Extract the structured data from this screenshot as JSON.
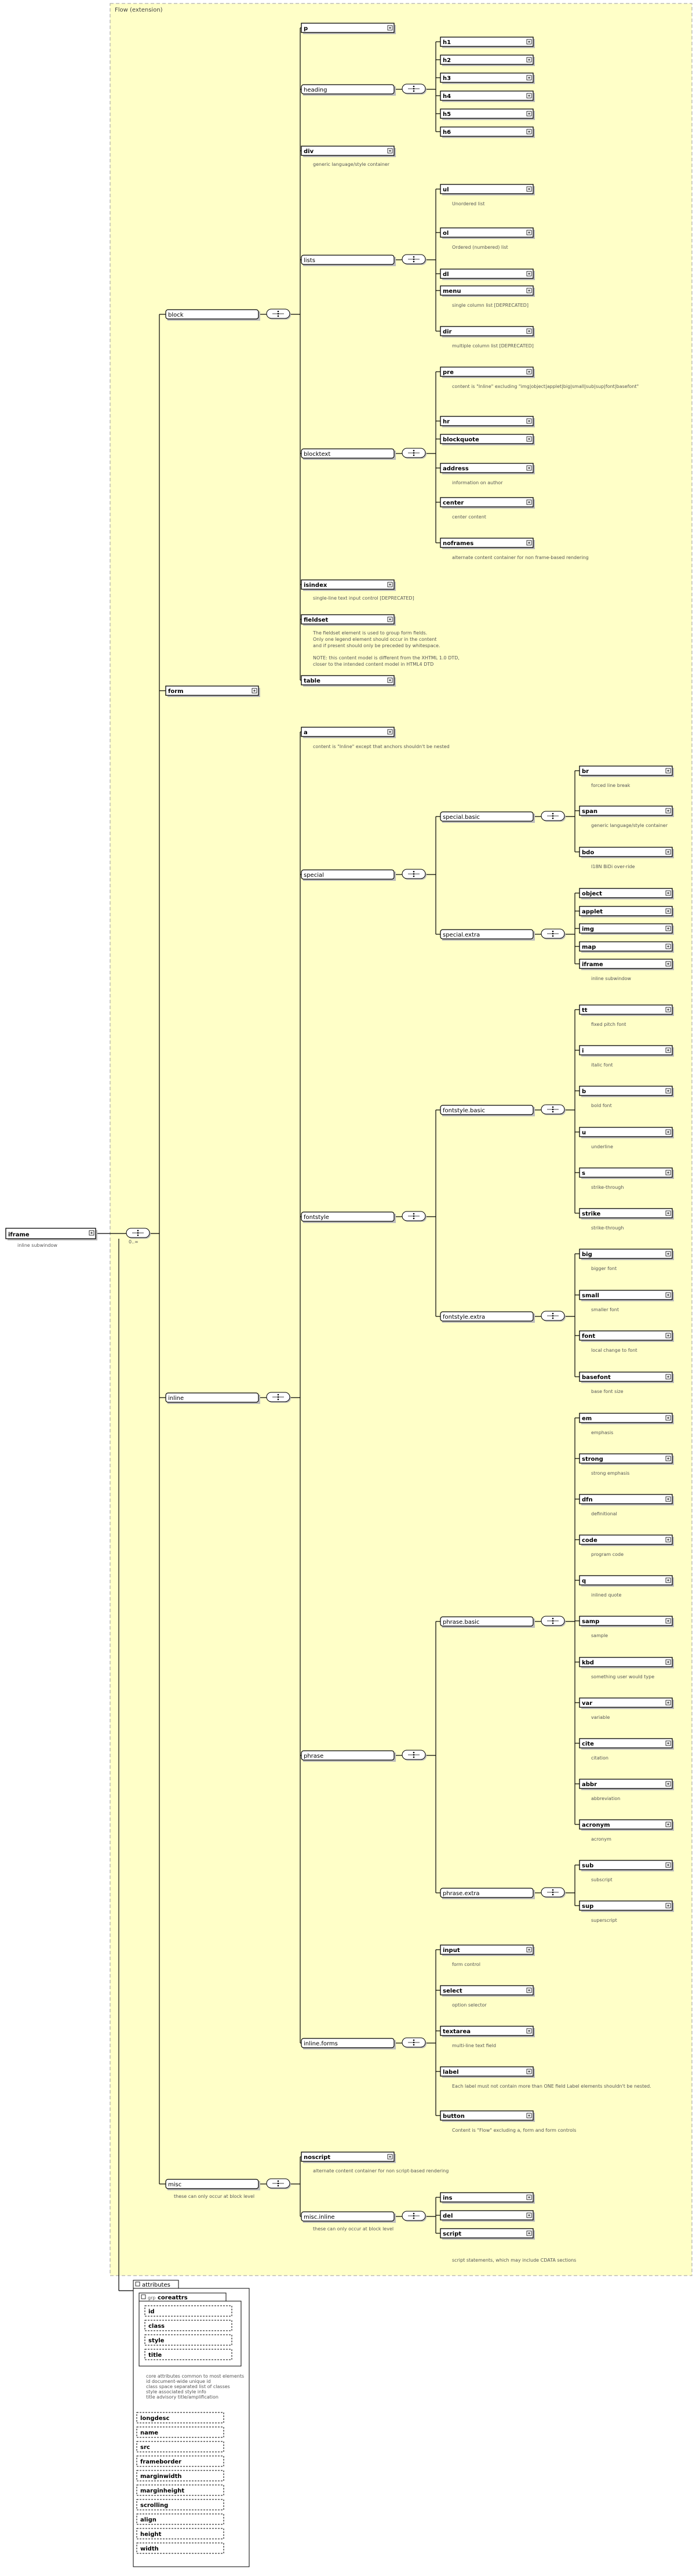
{
  "root": {
    "label": "iframe",
    "note": "inline subwindow"
  },
  "group_title": "Flow (extension)",
  "occurrence": "0..∞",
  "branches": {
    "block": "block",
    "form": "form",
    "inline": "inline",
    "misc": "misc",
    "misc_note": "these can only occur at block level"
  },
  "block_children": {
    "p": "p",
    "heading": "heading",
    "headings": [
      "h1",
      "h2",
      "h3",
      "h4",
      "h5",
      "h6"
    ],
    "div": "div",
    "div_note": "generic language/style container",
    "lists": "lists",
    "list_items": [
      {
        "label": "ul",
        "note": "Unordered list"
      },
      {
        "label": "ol",
        "note": "Ordered (numbered) list"
      },
      {
        "label": "dl",
        "note": ""
      },
      {
        "label": "menu",
        "note": "single column list [DEPRECATED]"
      },
      {
        "label": "dir",
        "note": "multiple column list [DEPRECATED]"
      }
    ],
    "blocktext": "blocktext",
    "blocktext_items": [
      {
        "label": "pre",
        "note": "content is \"Inline\" excluding \"img|object|applet|big|small|sub|sup|font|basefont\""
      },
      {
        "label": "hr",
        "note": ""
      },
      {
        "label": "blockquote",
        "note": ""
      },
      {
        "label": "address",
        "note": "information on author"
      },
      {
        "label": "center",
        "note": "center content"
      },
      {
        "label": "noframes",
        "note": "alternate content container for non frame-based rendering"
      }
    ],
    "isindex": "isindex",
    "isindex_note": "single-line text input control [DEPRECATED]",
    "fieldset": "fieldset",
    "fieldset_note_1": "The fieldset element is used to group form fields.",
    "fieldset_note_2": "Only one legend element should occur in the content",
    "fieldset_note_3": "and if present should only be preceded by whitespace.",
    "fieldset_note_4": "NOTE: this content model is different from the XHTML 1.0 DTD,",
    "fieldset_note_5": "closer to the intended content model in HTML4 DTD",
    "table": "table"
  },
  "inline_children": {
    "a": "a",
    "a_note": "content is \"Inline\" except that anchors shouldn't be nested",
    "special": "special",
    "special_basic": "special.basic",
    "special_basic_items": [
      {
        "label": "br",
        "note": "forced line break"
      },
      {
        "label": "span",
        "note": "generic language/style container"
      },
      {
        "label": "bdo",
        "note": "I18N BiDi over-ride"
      }
    ],
    "special_extra": "special.extra",
    "special_extra_items": [
      {
        "label": "object",
        "note": ""
      },
      {
        "label": "applet",
        "note": ""
      },
      {
        "label": "img",
        "note": ""
      },
      {
        "label": "map",
        "note": ""
      },
      {
        "label": "iframe",
        "note": "inline subwindow"
      }
    ],
    "fontstyle": "fontstyle",
    "fontstyle_basic": "fontstyle.basic",
    "fontstyle_basic_items": [
      {
        "label": "tt",
        "note": "fixed pitch font"
      },
      {
        "label": "i",
        "note": "italic font"
      },
      {
        "label": "b",
        "note": "bold font"
      },
      {
        "label": "u",
        "note": "underline"
      },
      {
        "label": "s",
        "note": "strike-through"
      },
      {
        "label": "strike",
        "note": "strike-through"
      }
    ],
    "fontstyle_extra": "fontstyle.extra",
    "fontstyle_extra_items": [
      {
        "label": "big",
        "note": "bigger font"
      },
      {
        "label": "small",
        "note": "smaller font"
      },
      {
        "label": "font",
        "note": "local change to font"
      },
      {
        "label": "basefont",
        "note": "base font size"
      }
    ],
    "phrase": "phrase",
    "phrase_basic": "phrase.basic",
    "phrase_basic_items": [
      {
        "label": "em",
        "note": "emphasis"
      },
      {
        "label": "strong",
        "note": "strong emphasis"
      },
      {
        "label": "dfn",
        "note": "definitional"
      },
      {
        "label": "code",
        "note": "program code"
      },
      {
        "label": "q",
        "note": "inlined quote"
      },
      {
        "label": "samp",
        "note": "sample"
      },
      {
        "label": "kbd",
        "note": "something user would type"
      },
      {
        "label": "var",
        "note": "variable"
      },
      {
        "label": "cite",
        "note": "citation"
      },
      {
        "label": "abbr",
        "note": "abbreviation"
      },
      {
        "label": "acronym",
        "note": "acronym"
      }
    ],
    "phrase_extra": "phrase.extra",
    "phrase_extra_items": [
      {
        "label": "sub",
        "note": "subscript"
      },
      {
        "label": "sup",
        "note": "superscript"
      }
    ],
    "inline_forms": "inline.forms",
    "inline_forms_items": [
      {
        "label": "input",
        "note": "form control"
      },
      {
        "label": "select",
        "note": "option selector"
      },
      {
        "label": "textarea",
        "note": "multi-line text field"
      },
      {
        "label": "label",
        "note": "Each label must not contain more than ONE field Label elements shouldn't be nested."
      },
      {
        "label": "button",
        "note": "Content is \"Flow\" excluding a, form and form controls"
      }
    ]
  },
  "misc_children": {
    "noscript": "noscript",
    "noscript_note": "alternate content container for non script-based rendering",
    "misc_inline": "misc.inline",
    "misc_inline_note": "these can only occur at block level",
    "misc_inline_items": [
      "ins",
      "del",
      "script"
    ],
    "script_note": "script statements, which may include CDATA sections"
  },
  "attributes": {
    "title": "attributes",
    "group_name": "coreattrs",
    "group_prefix": "grp",
    "core": [
      "id",
      "class",
      "style",
      "title"
    ],
    "core_note_1": "core attributes common to most elements",
    "core_note_2": "id       document-wide unique id",
    "core_note_3": "class    space separated list of classes",
    "core_note_4": "style    associated style info",
    "core_note_5": "title    advisory title/amplification",
    "others": [
      "longdesc",
      "name",
      "src",
      "frameborder",
      "marginwidth",
      "marginheight",
      "scrolling",
      "align",
      "height",
      "width"
    ]
  },
  "colors": {
    "group_fill": "#ffffc8",
    "group_stroke": "#9e9e9e"
  }
}
